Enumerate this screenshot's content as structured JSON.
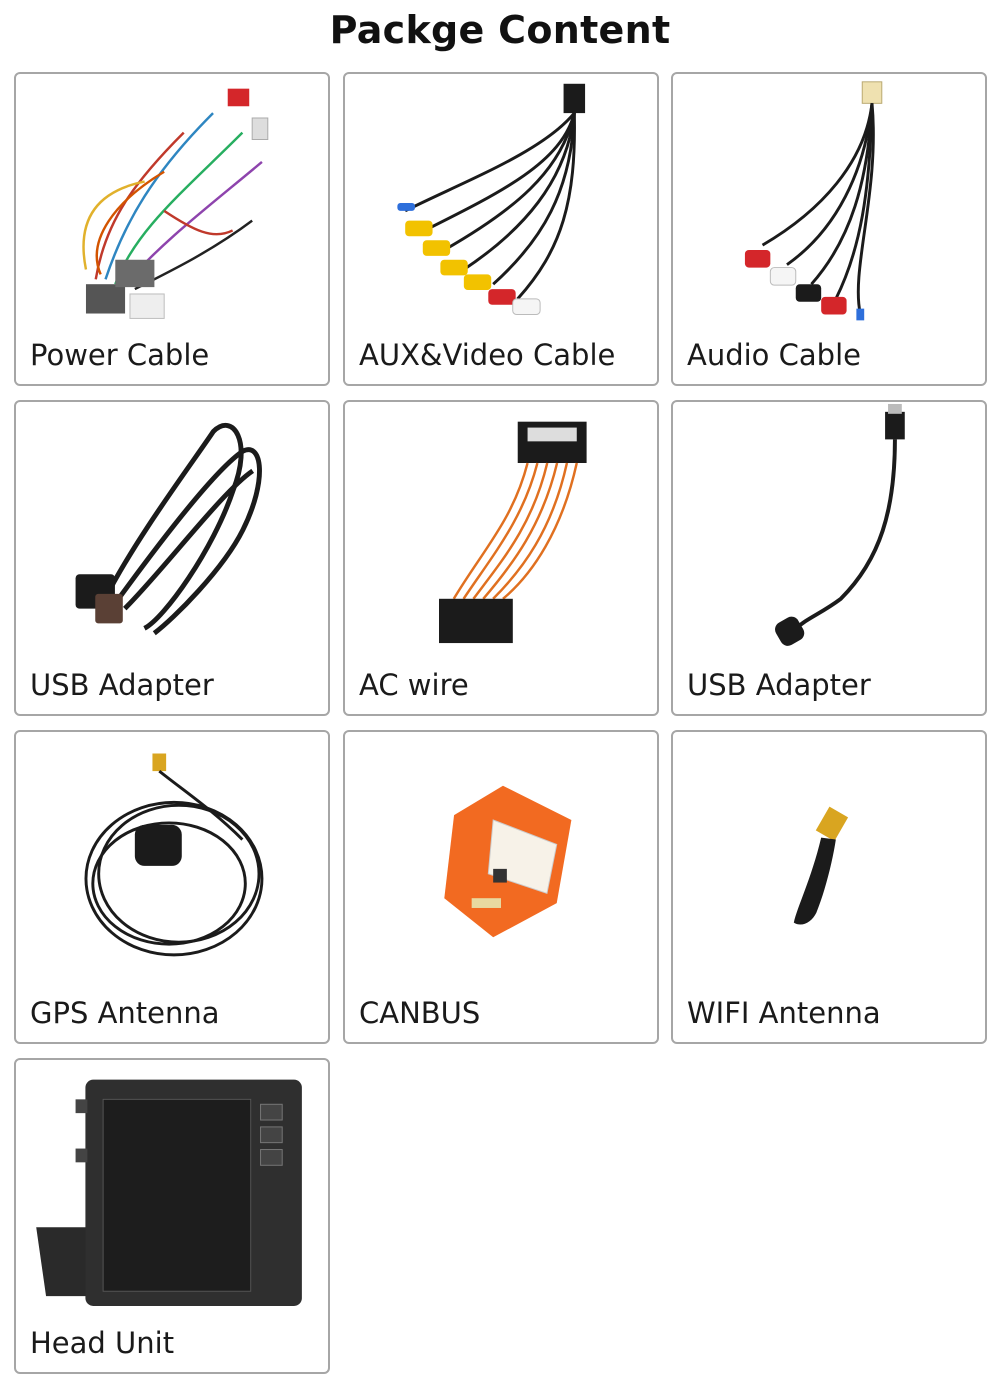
{
  "page": {
    "title": "Packge Content"
  },
  "items": [
    {
      "label": "Power Cable",
      "icon": "power-cable-icon"
    },
    {
      "label": "AUX&Video Cable",
      "icon": "aux-video-cable-icon"
    },
    {
      "label": "Audio Cable",
      "icon": "audio-cable-icon"
    },
    {
      "label": "USB Adapter",
      "icon": "usb-adapter-cable-icon"
    },
    {
      "label": "AC wire",
      "icon": "ac-wire-icon"
    },
    {
      "label": "USB Adapter",
      "icon": "usb-extension-cable-icon"
    },
    {
      "label": "GPS Antenna",
      "icon": "gps-antenna-icon"
    },
    {
      "label": "CANBUS",
      "icon": "canbus-decoder-icon"
    },
    {
      "label": "WIFI Antenna",
      "icon": "wifi-antenna-icon"
    },
    {
      "label": "Head Unit",
      "icon": "head-unit-icon"
    }
  ],
  "colors": {
    "card_border": "#a6a6a6",
    "rca_yellow": "#f2c200",
    "rca_red": "#d4262a",
    "canbus_orange": "#f26a21",
    "wire_orange": "#e07020",
    "cable_black": "#1b1b1b"
  }
}
